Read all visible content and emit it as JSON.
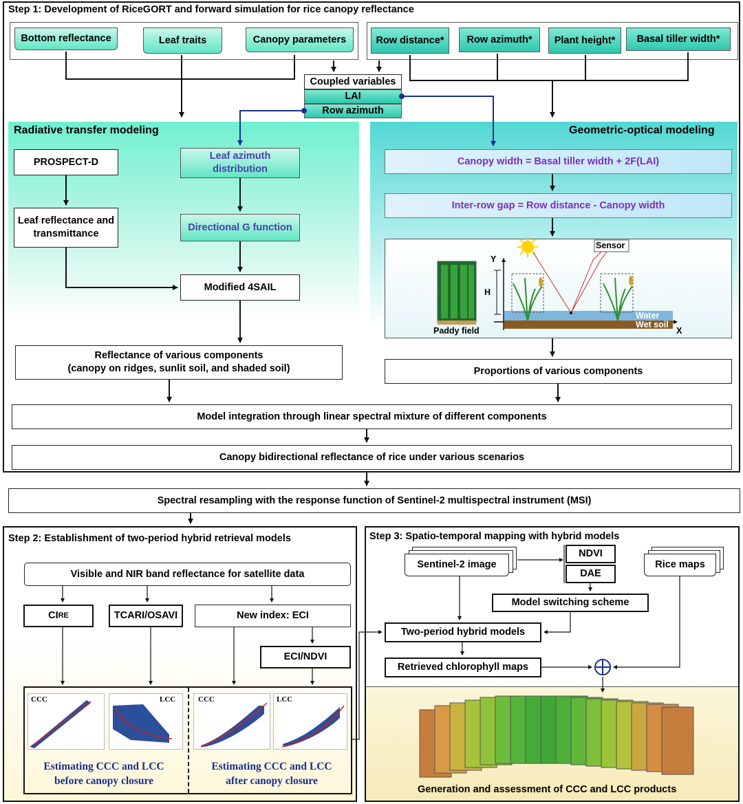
{
  "step1": {
    "title": "Step 1:  Development of RiceGORT and forward simulation for rice canopy reflectance",
    "inputs_left": [
      "Bottom reflectance",
      "Leaf traits",
      "Canopy parameters"
    ],
    "inputs_right": [
      "Row distance*",
      "Row azimuth*",
      "Plant height*",
      "Basal tiller width*"
    ],
    "coupled": {
      "header": "Coupled variables",
      "lai": "LAI",
      "row_azimuth": "Row azimuth"
    },
    "rtm": {
      "title": "Radiative transfer modeling",
      "prospect": "PROSPECT-D",
      "leaf_azimuth": "Leaf azimuth distribution",
      "leaf_rt": "Leaf reflectance and transmittance",
      "g_function": "Directional G function",
      "sail": "Modified 4SAIL",
      "reflectance": "Reflectance of various components",
      "reflectance_sub": "(canopy on ridges, sunlit soil, and shaded soil)"
    },
    "gom": {
      "title": "Geometric-optical modeling",
      "canopy_width": "Canopy width = Basal tiller width + 2F(LAI)",
      "gap": "Inter-row gap = Row distance - Canopy width",
      "scene": {
        "sensor": "Sensor",
        "y": "Y",
        "x": "X",
        "h": "H",
        "paddy": "Paddy field",
        "water": "Water",
        "soil": "Wet soil"
      },
      "proportions": "Proportions of various components"
    },
    "integration": "Model integration through linear spectral mixture of different components",
    "bidirectional": "Canopy bidirectional reflectance of rice under various scenarios"
  },
  "resampling": "Spectral resampling with the response function of Sentinel-2 multispectral instrument (MSI)",
  "step2": {
    "title": "Step 2: Establishment of two-period hybrid retrieval models",
    "visible": "Visible and NIR band reflectance for satellite data",
    "cire": "CIre",
    "tcari": "TCARI/OSAVI",
    "eci": "New index: ECI",
    "eci_ndvi": "ECI/NDVI",
    "plots": [
      "CCC",
      "LCC",
      "CCC",
      "LCC"
    ],
    "before": "Estimating CCC and LCC before canopy closure",
    "after": "Estimating CCC and LCC after canopy closure"
  },
  "step3": {
    "title": "Step 3: Spatio-temporal mapping with hybrid models",
    "sentinel": "Sentinel-2 image",
    "ndvi": "NDVI",
    "dae": "DAE",
    "rice_maps": "Rice maps",
    "switching": "Model switching scheme",
    "hybrid": "Two-period hybrid models",
    "retrieved": "Retrieved chlorophyll maps",
    "generation": "Generation and assessment of CCC and LCC products"
  },
  "colors": {
    "teal": "#4fe0bf",
    "purple": "#7a2fbf",
    "navy": "#1a2f8c",
    "plot_fill": "#2b4f9a",
    "plot_line": "#d02020"
  }
}
